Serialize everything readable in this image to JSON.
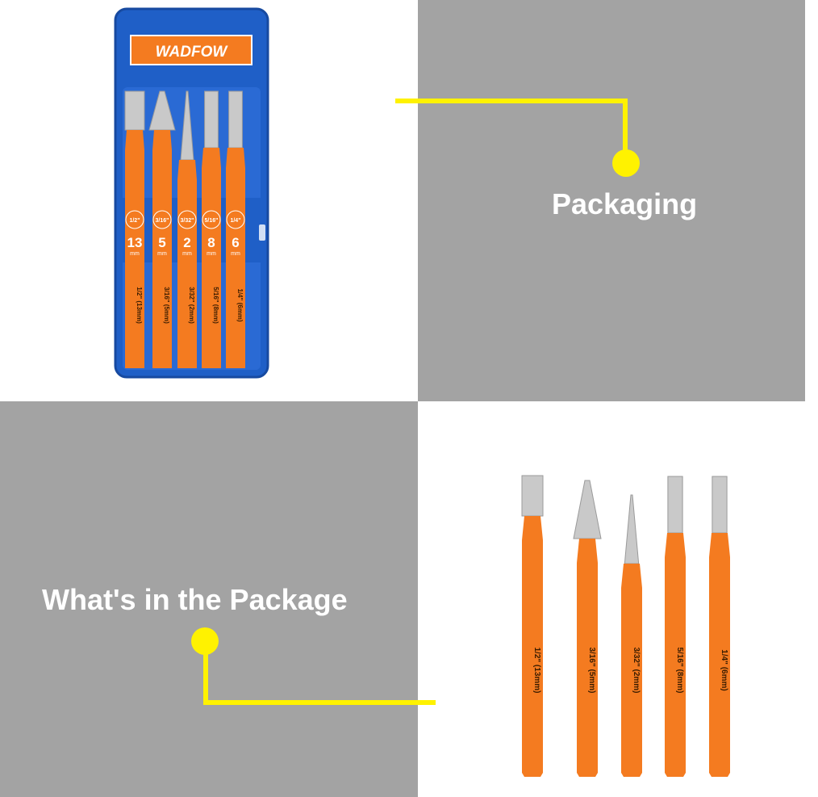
{
  "captions": {
    "packaging": "Packaging",
    "whats_in_package": "What's in the Package"
  },
  "brand": "WADFOW",
  "tools": [
    {
      "inch": "1/2\"",
      "mm": "13",
      "shaft_label": "1/2\" (13mm)",
      "kind": "flat-chisel"
    },
    {
      "inch": "3/16\"",
      "mm": "5",
      "shaft_label": "3/16\" (5mm)",
      "kind": "cape-chisel"
    },
    {
      "inch": "3/32\"",
      "mm": "2",
      "shaft_label": "3/32\" (2mm)",
      "kind": "center-punch"
    },
    {
      "inch": "5/16\"",
      "mm": "8",
      "shaft_label": "5/16\" (8mm)",
      "kind": "pin-punch"
    },
    {
      "inch": "1/4\"",
      "mm": "6",
      "shaft_label": "1/4\" (6mm)",
      "kind": "pin-punch"
    }
  ],
  "mm_unit": "mm",
  "colors": {
    "orange": "#f47b20",
    "case_blue": "#1f5fc7",
    "steel": "#c9c9c9",
    "gray_panel": "#a3a3a3",
    "callout_yellow": "#fff200"
  }
}
